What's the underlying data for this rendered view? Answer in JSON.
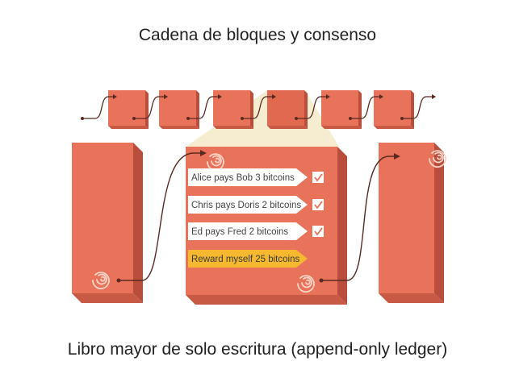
{
  "title": "Cadena de bloques y consenso",
  "footer": "Libro mayor de solo escritura (append-only ledger)",
  "colors": {
    "block": "#e8725a",
    "block_side": "#b94e3c",
    "block_bottom": "#c85a45",
    "highlight": "#f6ecd0",
    "tx_arrow": "#ffffff",
    "reward_arrow": "#f5b82e",
    "check": "#e8725a",
    "fingerprint": "#fbd4c8",
    "link": "#5a2a22"
  },
  "transactions": [
    {
      "label": "Alice pays Bob 3 bitcoins",
      "checked": true,
      "type": "transaction"
    },
    {
      "label": "Chris pays Doris 2 bitcoins",
      "checked": true,
      "type": "transaction"
    },
    {
      "label": "Ed pays Fred 2 bitcoins",
      "checked": true,
      "type": "transaction"
    },
    {
      "label": "Reward myself 25 bitcoins",
      "checked": false,
      "type": "reward"
    }
  ],
  "icons": {
    "fingerprint": "fingerprint-icon",
    "check": "check-icon",
    "link": "chain-link-arrow"
  }
}
